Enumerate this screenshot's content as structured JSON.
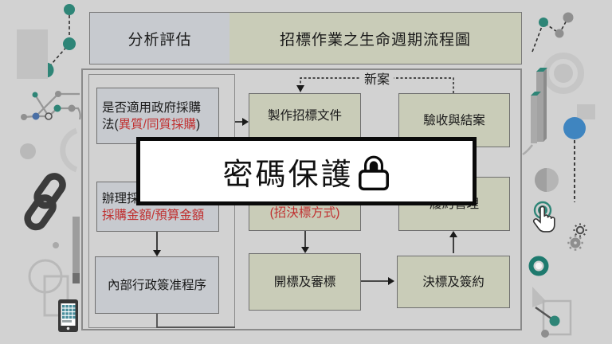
{
  "header": {
    "left_cell": "分析評估",
    "right_cell": "招標作業之生命週期流程圖"
  },
  "overlay": {
    "label": "密碼保護",
    "icon": "lock-icon"
  },
  "flow": {
    "new_case_label": "新案",
    "boxes": {
      "applicability": {
        "line1": "是否適用政府採購",
        "line2_pre": "法(",
        "line2_red": "異質/同質採購",
        "line2_post": ")"
      },
      "handle_procurement": {
        "line1": "辦理採購",
        "line2_red": "採購金額/預算金額"
      },
      "internal_approval": {
        "label": "內部行政簽准程序"
      },
      "make_tender_docs": {
        "label": "製作招標文件"
      },
      "tender_award_method": {
        "red_label": "(招決標方式)"
      },
      "open_and_review": {
        "label": "開標及審標"
      },
      "acceptance_closure": {
        "label": "驗收與結案"
      },
      "contract_management": {
        "label": "履約管理"
      },
      "award_and_sign": {
        "label": "決標及簽約"
      }
    }
  },
  "colors": {
    "background": "#d2d2d2",
    "gray_box": "#c7cacf",
    "green_box": "#c9ccb8",
    "red_text": "#c03030",
    "teal_accent": "#2e8577",
    "blue_accent": "#3f85c0",
    "overlay_border": "#0a0a0a"
  },
  "decor_icons": {
    "left": [
      "scatter-dots-icon",
      "rectangle-shape",
      "line-chart-icon",
      "circle-blob",
      "arc-shape",
      "chain-link-icon",
      "bar-shape",
      "circle-outline",
      "square-outline",
      "smartphone-icon"
    ],
    "right": [
      "zigzag-dots-icon",
      "donut-gray-icon",
      "bar-pillars-icon",
      "square-shape",
      "blue-circle",
      "dashed-line",
      "two-tone-circle",
      "click-cursor-icon",
      "gear-icon",
      "teal-donut-icon",
      "network-nodes-icon"
    ]
  }
}
